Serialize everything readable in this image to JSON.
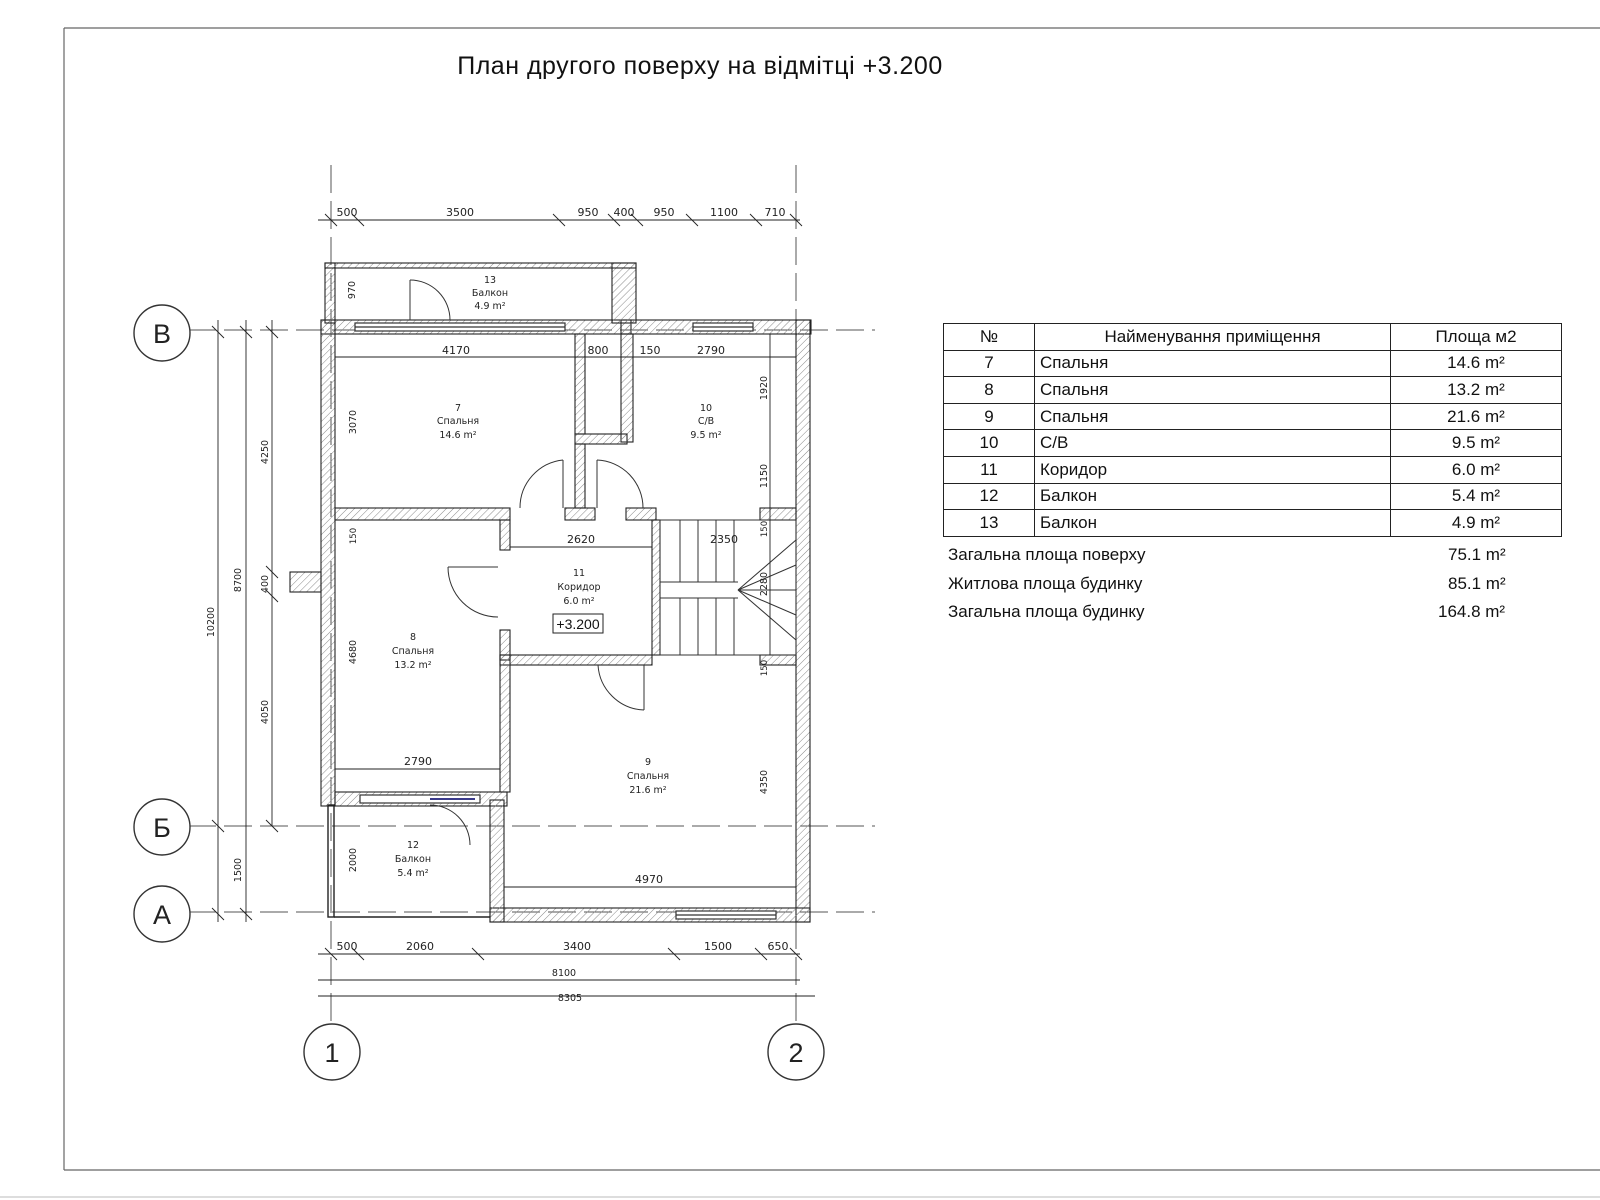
{
  "title": "План другого поверху на відмітці +3.200",
  "axes": {
    "row_v": "В",
    "row_b": "Б",
    "row_a": "А",
    "col_1": "1",
    "col_2": "2"
  },
  "dims": {
    "top": [
      "500",
      "3500",
      "950",
      "400",
      "950",
      "1100",
      "710"
    ],
    "bottom": [
      "500",
      "2060",
      "3400",
      "1500",
      "650"
    ],
    "total_8100": "8100",
    "total_8305": "8305",
    "left_10200": "10200",
    "left_8700": "8700",
    "left_4250": "4250",
    "left_400": "400",
    "left_4050": "4050",
    "left_1500": "1500",
    "inner_970": "970",
    "inner_4170": "4170",
    "inner_800": "800",
    "inner_150a": "150",
    "inner_2790a": "2790",
    "inner_3070": "3070",
    "inner_1920": "1920",
    "inner_1150": "1150",
    "inner_150b": "150",
    "inner_2620": "2620",
    "inner_2350": "2350",
    "inner_150c": "150",
    "inner_2280": "2280",
    "inner_150d": "150",
    "inner_4680": "4680",
    "inner_2790b": "2790",
    "inner_4350": "4350",
    "inner_2000": "2000",
    "inner_4970": "4970"
  },
  "rooms": {
    "r13": {
      "num": "13",
      "name": "Балкон",
      "area": "4.9 m²"
    },
    "r7": {
      "num": "7",
      "name": "Спальня",
      "area": "14.6 m²"
    },
    "r10": {
      "num": "10",
      "name": "С/В",
      "area": "9.5 m²"
    },
    "r11": {
      "num": "11",
      "name": "Коридор",
      "area": "6.0 m²"
    },
    "r8": {
      "num": "8",
      "name": "Спальня",
      "area": "13.2 m²"
    },
    "r9": {
      "num": "9",
      "name": "Спальня",
      "area": "21.6 m²"
    },
    "r12": {
      "num": "12",
      "name": "Балкон",
      "area": "5.4 m²"
    }
  },
  "elevation_mark": "+3.200",
  "table": {
    "headers": [
      "№",
      "Найменування приміщення",
      "Площа м2"
    ],
    "rows": [
      {
        "num": "7",
        "name": "Спальня",
        "area": "14.6 m²"
      },
      {
        "num": "8",
        "name": "Спальня",
        "area": "13.2 m²"
      },
      {
        "num": "9",
        "name": "Спальня",
        "area": "21.6 m²"
      },
      {
        "num": "10",
        "name": "С/В",
        "area": "9.5 m²"
      },
      {
        "num": "11",
        "name": "Коридор",
        "area": "6.0 m²"
      },
      {
        "num": "12",
        "name": "Балкон",
        "area": "5.4 m²"
      },
      {
        "num": "13",
        "name": "Балкон",
        "area": "4.9 m²"
      }
    ]
  },
  "totals": [
    {
      "label": "Загальна площа поверху",
      "value": "75.1 m²"
    },
    {
      "label": "Житлова площа будинку",
      "value": "85.1 m²"
    },
    {
      "label": "Загальна площа будинку",
      "value": "164.8 m²"
    }
  ],
  "colors": {
    "line": "#222222",
    "hatch": "#9a9a9a",
    "window": "#3a3a8a",
    "frame": "#555555"
  }
}
